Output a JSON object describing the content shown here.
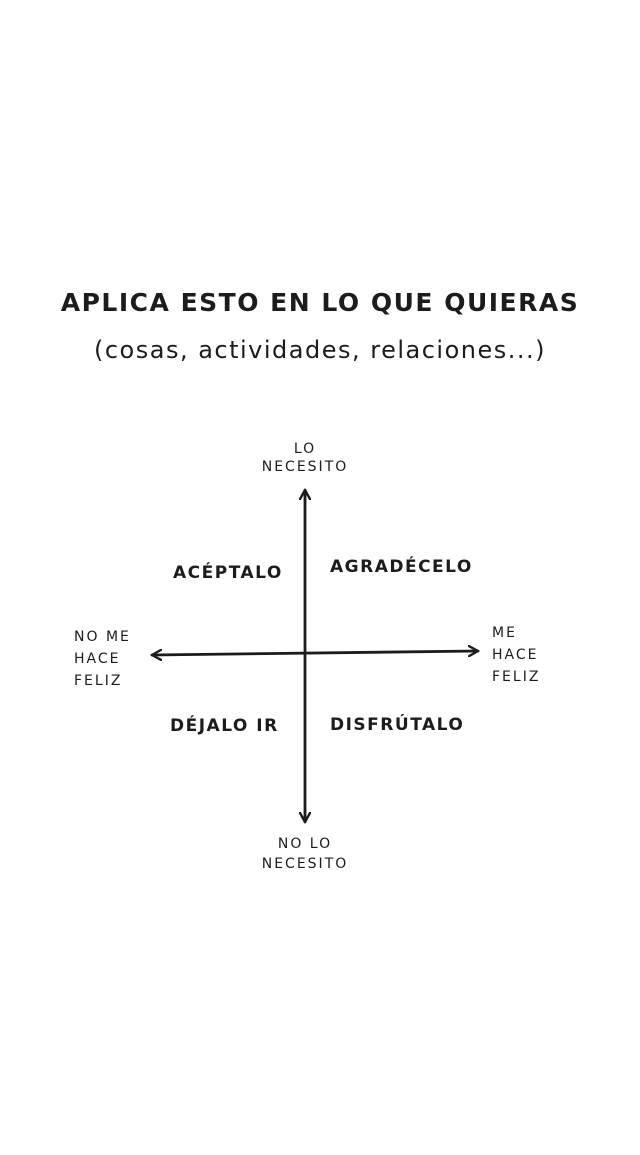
{
  "header": {
    "title": "APLICA ESTO EN LO QUE QUIERAS",
    "subtitle": "(cosas, actividades, relaciones...)"
  },
  "axes": {
    "top": [
      "LO",
      "NECESITO"
    ],
    "bottom": [
      "NO LO",
      "NECESITO"
    ],
    "left": [
      "NO ME",
      "HACE",
      "FELIZ"
    ],
    "right": [
      "ME",
      "HACE",
      "FELIZ"
    ]
  },
  "quadrants": {
    "top_left": "ACÉPTALO",
    "top_right": "AGRADÉCELO",
    "bottom_left": "DÉJALO IR",
    "bottom_right": "DISFRÚTALO"
  },
  "colors": {
    "ink": "#1c1c1c",
    "background": "#ffffff"
  }
}
